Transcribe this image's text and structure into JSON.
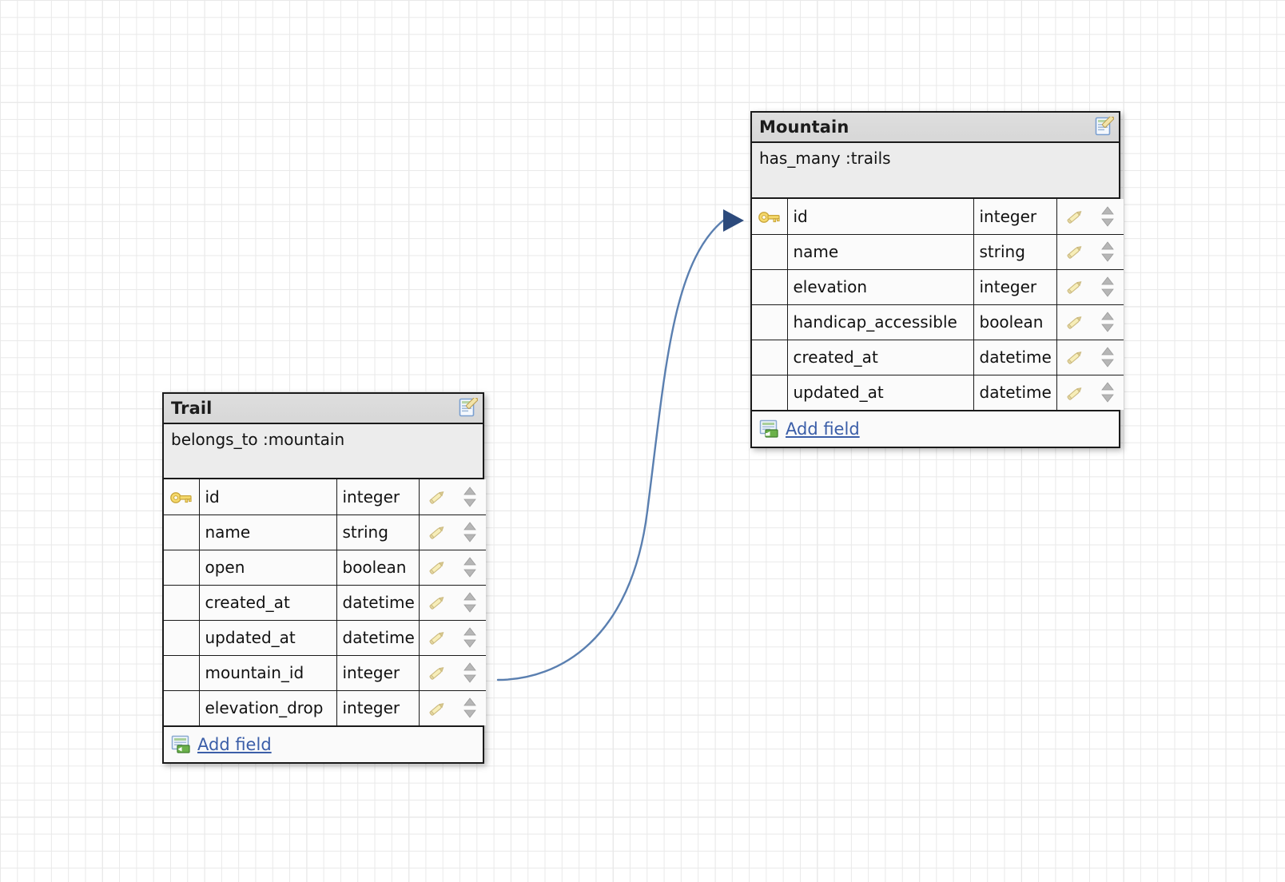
{
  "canvas": {
    "background_color": "#ffffff",
    "grid_minor_color": "#e9e9e9",
    "grid_major_color": "#d8d8d8"
  },
  "connector": {
    "name": "trail-to-mountain-relationship",
    "line_color": "#5a7fb0",
    "arrow_color": "#2c4a7c",
    "from_entity": "Trail",
    "to_entity": "Mountain"
  },
  "entities": [
    {
      "id": "mountain",
      "title": "Mountain",
      "association": "has_many :trails",
      "edit_icon": "edit-table-icon",
      "add_field_label": "Add field",
      "add_field_icon": "add-field-icon",
      "fields": [
        {
          "primary_key": true,
          "key_icon": "key-icon",
          "name": "id",
          "type": "integer",
          "edit_icon": "pencil-icon",
          "sort_icon": "sort-arrows-icon"
        },
        {
          "primary_key": false,
          "key_icon": "",
          "name": "name",
          "type": "string",
          "edit_icon": "pencil-icon",
          "sort_icon": "sort-arrows-icon"
        },
        {
          "primary_key": false,
          "key_icon": "",
          "name": "elevation",
          "type": "integer",
          "edit_icon": "pencil-icon",
          "sort_icon": "sort-arrows-icon"
        },
        {
          "primary_key": false,
          "key_icon": "",
          "name": "handicap_accessible",
          "type": "boolean",
          "edit_icon": "pencil-icon",
          "sort_icon": "sort-arrows-icon"
        },
        {
          "primary_key": false,
          "key_icon": "",
          "name": "created_at",
          "type": "datetime",
          "edit_icon": "pencil-icon",
          "sort_icon": "sort-arrows-icon"
        },
        {
          "primary_key": false,
          "key_icon": "",
          "name": "updated_at",
          "type": "datetime",
          "edit_icon": "pencil-icon",
          "sort_icon": "sort-arrows-icon"
        }
      ]
    },
    {
      "id": "trail",
      "title": "Trail",
      "association": "belongs_to :mountain",
      "edit_icon": "edit-table-icon",
      "add_field_label": "Add field",
      "add_field_icon": "add-field-icon",
      "fields": [
        {
          "primary_key": true,
          "key_icon": "key-icon",
          "name": "id",
          "type": "integer",
          "edit_icon": "pencil-icon",
          "sort_icon": "sort-arrows-icon"
        },
        {
          "primary_key": false,
          "key_icon": "",
          "name": "name",
          "type": "string",
          "edit_icon": "pencil-icon",
          "sort_icon": "sort-arrows-icon"
        },
        {
          "primary_key": false,
          "key_icon": "",
          "name": "open",
          "type": "boolean",
          "edit_icon": "pencil-icon",
          "sort_icon": "sort-arrows-icon"
        },
        {
          "primary_key": false,
          "key_icon": "",
          "name": "created_at",
          "type": "datetime",
          "edit_icon": "pencil-icon",
          "sort_icon": "sort-arrows-icon"
        },
        {
          "primary_key": false,
          "key_icon": "",
          "name": "updated_at",
          "type": "datetime",
          "edit_icon": "pencil-icon",
          "sort_icon": "sort-arrows-icon"
        },
        {
          "primary_key": false,
          "key_icon": "",
          "name": "mountain_id",
          "type": "integer",
          "edit_icon": "pencil-icon",
          "sort_icon": "sort-arrows-icon"
        },
        {
          "primary_key": false,
          "key_icon": "",
          "name": "elevation_drop",
          "type": "integer",
          "edit_icon": "pencil-icon",
          "sort_icon": "sort-arrows-icon"
        }
      ]
    }
  ]
}
